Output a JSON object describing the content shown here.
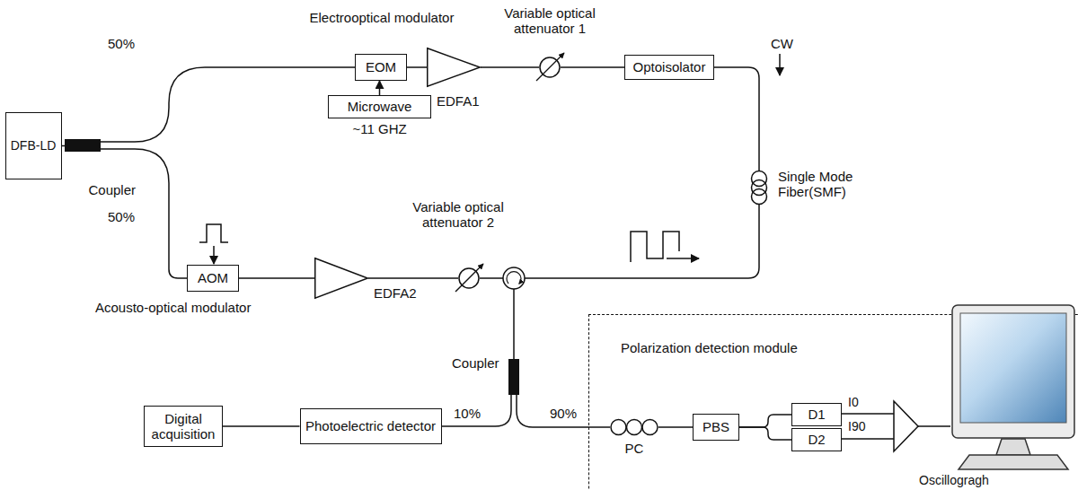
{
  "diagram": {
    "nodes": [
      {
        "text": [
          "DFB-LD"
        ]
      },
      {
        "text": [
          "Coupler"
        ]
      },
      {
        "text": [
          "Electrooptical modulator",
          "EOM"
        ]
      },
      {
        "text": [
          "Microwave",
          "~11 GHZ"
        ]
      },
      {
        "text": [
          "EDFA1"
        ]
      },
      {
        "text": [
          "Variable optical attenuator 1"
        ]
      },
      {
        "text": [
          "Optoisolator"
        ]
      },
      {
        "text": [
          "Single Mode Fiber(SMF)"
        ]
      },
      {
        "text": [
          "AOM",
          "Acousto-optical modulator"
        ]
      },
      {
        "text": [
          "EDFA2"
        ]
      },
      {
        "text": [
          "Variable optical attenuator 2"
        ]
      },
      {
        "text": [
          "Coupler"
        ]
      },
      {
        "text": [
          "Photoelectric detector"
        ]
      },
      {
        "text": [
          "Digital acquisition"
        ]
      },
      {
        "text": [
          "Polarization detection module"
        ]
      },
      {
        "text": [
          "PC"
        ],
        "in": 14
      },
      {
        "text": [
          "PBS"
        ],
        "in": 14
      },
      {
        "text": [
          "D1"
        ],
        "in": 14
      },
      {
        "text": [
          "D2"
        ],
        "in": 14
      },
      {
        "text": [
          "Oscillogragh"
        ],
        "in": 14
      }
    ],
    "edges": [
      {
        "from": 0,
        "to": 1,
        "arrow": "none"
      },
      {
        "from": 1,
        "to": 2,
        "arrow": "none"
      },
      {
        "from": 3,
        "to": 2,
        "arrow": "to"
      },
      {
        "from": 2,
        "to": 4,
        "arrow": "none"
      },
      {
        "from": 4,
        "to": 5,
        "arrow": "none"
      },
      {
        "from": 5,
        "to": 6,
        "arrow": "none"
      },
      {
        "from": 6,
        "to": 7,
        "arrow": "none"
      },
      {
        "from": 1,
        "to": 8,
        "arrow": "none"
      },
      {
        "from": 8,
        "to": 9,
        "arrow": "none"
      },
      {
        "from": 9,
        "to": 10,
        "arrow": "none"
      },
      {
        "from": 10,
        "to": 7,
        "arrow": "none"
      },
      {
        "from": 11,
        "to": 12,
        "arrow": "none"
      },
      {
        "from": 12,
        "to": 13,
        "arrow": "none"
      },
      {
        "from": 11,
        "to": 15,
        "arrow": "none"
      },
      {
        "from": 15,
        "to": 16,
        "arrow": "none"
      },
      {
        "from": 16,
        "to": 17,
        "arrow": "none"
      },
      {
        "from": 16,
        "to": 18,
        "arrow": "none"
      }
    ],
    "labels": [
      "50%",
      "50%",
      "CW",
      "10%",
      "90%",
      "I0",
      "I90"
    ]
  }
}
